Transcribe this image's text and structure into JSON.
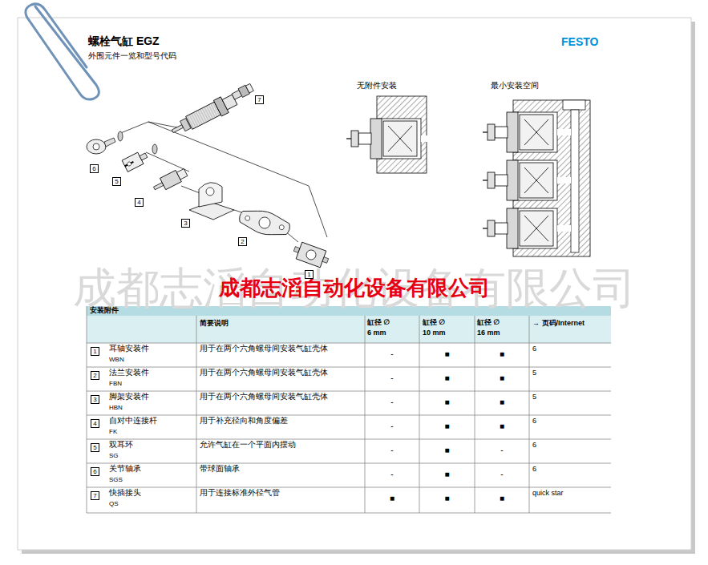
{
  "diagram": {
    "title": "螺栓气缸 EGZ",
    "nodes": [
      {
        "text": [
          "7"
        ]
      },
      {
        "text": [
          "6"
        ]
      },
      {
        "text": [
          "5"
        ]
      },
      {
        "text": [
          "4"
        ]
      },
      {
        "text": [
          "3"
        ]
      },
      {
        "text": [
          "2"
        ]
      },
      {
        "text": [
          "1"
        ]
      },
      {
        "text": [
          "1"
        ]
      },
      {
        "text": [
          "2"
        ]
      },
      {
        "text": [
          "3"
        ]
      },
      {
        "text": [
          "4"
        ]
      },
      {
        "text": [
          "5"
        ]
      },
      {
        "text": [
          "6"
        ]
      },
      {
        "text": [
          "7"
        ]
      }
    ],
    "labels": [
      "外围元件一览和型号代码",
      "FESTO",
      "无附件安装",
      "最小安装空间",
      "成都志滔自动化设备有限公司",
      "成都志滔自动化设备有限公司",
      "安装附件",
      "简要说明",
      "缸径 ∅",
      "6 mm",
      "缸径 ∅",
      "10 mm",
      "缸径 ∅",
      "16 mm",
      "→ 页码/Internet",
      "耳轴安装件",
      "WBN",
      "用于在两个六角螺母间安装气缸壳体",
      "-",
      "■",
      "■",
      "6",
      "法兰安装件",
      "FBN",
      "用于在两个六角螺母间安装气缸壳体",
      "-",
      "■",
      "■",
      "5",
      "脚架安装件",
      "HBN",
      "用于在两个六角螺母间安装气缸壳体",
      "-",
      "■",
      "■",
      "5",
      "自对中连接杆",
      "FK",
      "用于补充径向和角度偏差",
      "-",
      "■",
      "■",
      "6",
      "双耳环",
      "SG",
      "允许气缸在一个平面内摆动",
      "-",
      "■",
      "-",
      "6",
      "关节轴承",
      "SGS",
      "带球面轴承",
      "-",
      "■",
      "-",
      "6",
      "快插接头",
      "QS",
      "用于连接标准外径气管",
      "■",
      "■",
      "■",
      "quick star"
    ]
  }
}
